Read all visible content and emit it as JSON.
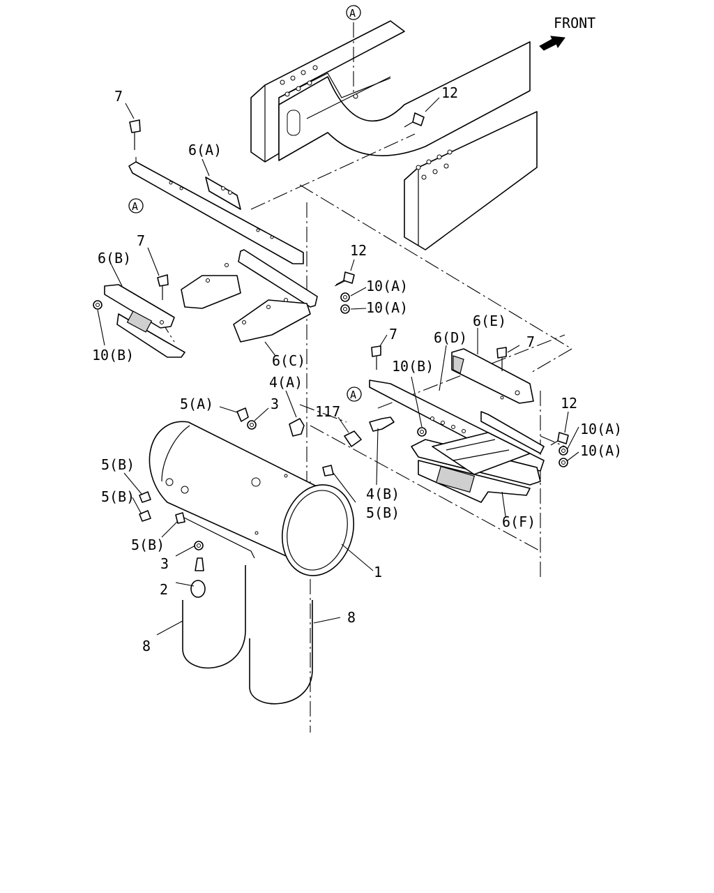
{
  "diagram": {
    "front_label": "FRONT",
    "ref_marker": "A",
    "callouts": {
      "c1": "1",
      "c2": "2",
      "c3a": "3",
      "c3b": "3",
      "c4a": "4(A)",
      "c4b": "4(B)",
      "c5a": "5(A)",
      "c5b1": "5(B)",
      "c5b2": "5(B)",
      "c5b3": "5(B)",
      "c5b4": "5(B)",
      "c6a": "6(A)",
      "c6b": "6(B)",
      "c6c": "6(C)",
      "c6d": "6(D)",
      "c6e": "6(E)",
      "c6f": "6(F)",
      "c7a": "7",
      "c7b": "7",
      "c7c": "7",
      "c7d": "7",
      "c8a": "8",
      "c8b": "8",
      "c10a1": "10(A)",
      "c10a2": "10(A)",
      "c10a3": "10(A)",
      "c10a4": "10(A)",
      "c10b1": "10(B)",
      "c10b2": "10(B)",
      "c12a": "12",
      "c12b": "12",
      "c12c": "12",
      "c117": "117"
    }
  }
}
